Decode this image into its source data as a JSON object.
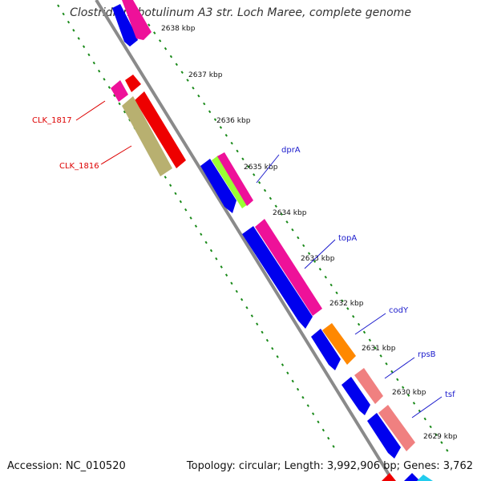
{
  "title": "Clostridium botulinum A3 str. Loch Maree, complete genome",
  "footer": {
    "accession": "Accession: NC_010520",
    "summary": "Topology: circular; Length: 3,992,906 bp; Genes: 3,762"
  },
  "colors": {
    "backbone": "#888888",
    "dots": "#1a8a1a",
    "ticks": "#1a7a1a",
    "label_left": "#dd0000",
    "label_right": "#1a1acc"
  },
  "ticks": [
    "2638 kbp",
    "2637 kbp",
    "2636 kbp",
    "2635 kbp",
    "2634 kbp",
    "2633 kbp",
    "2632 kbp",
    "2631 kbp",
    "2630 kbp",
    "2629 kbp"
  ],
  "gene_labels_left": [
    "CLK_1817",
    "CLK_1816"
  ],
  "gene_labels_right": [
    "dprA",
    "topA",
    "codY",
    "rpsB",
    "tsf"
  ]
}
